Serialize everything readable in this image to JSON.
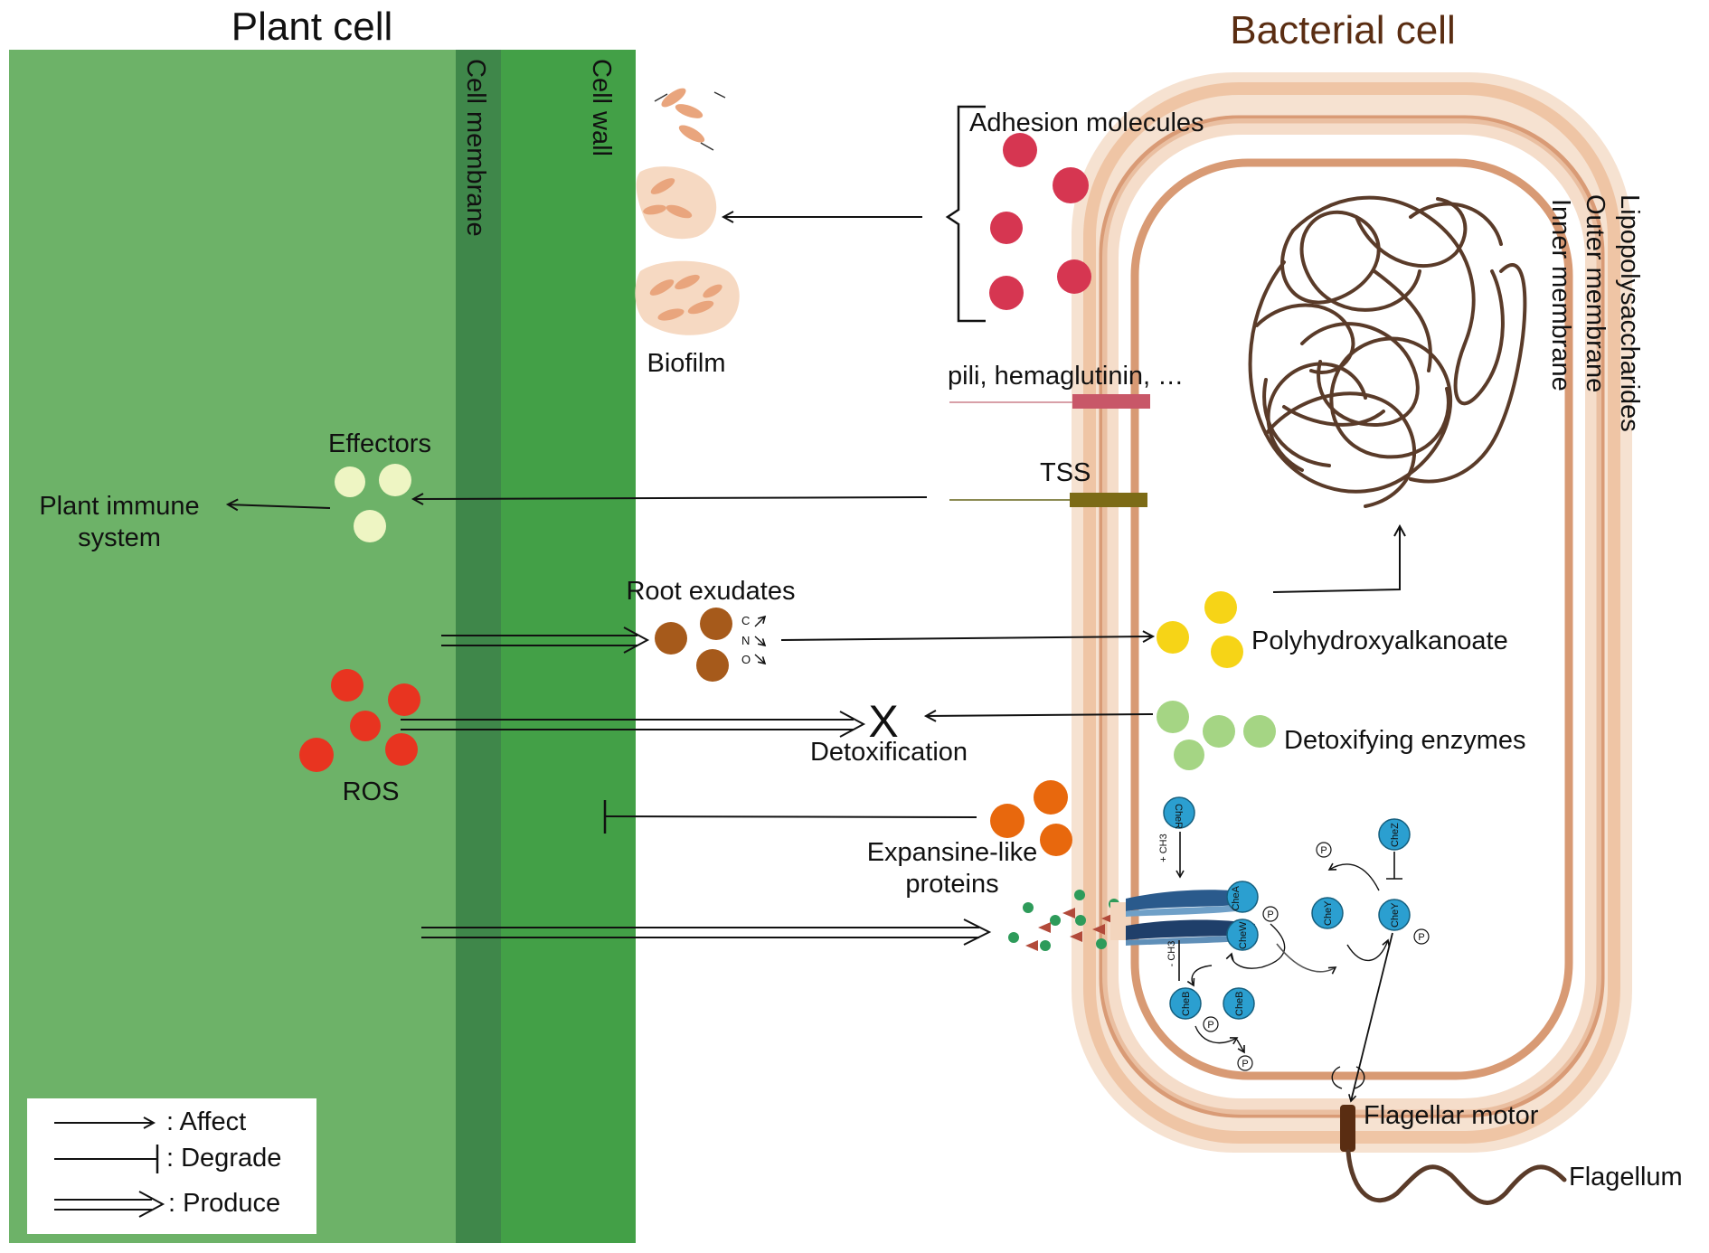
{
  "titles": {
    "plant": "Plant cell",
    "bacterial": "Bacterial cell"
  },
  "labels": {
    "cell_membrane": "Cell membrane",
    "cell_wall": "Cell wall",
    "lipopolysaccharides": "Lipopolysaccharides",
    "outer_membrane": "Outer membrane",
    "inner_membrane": "Inner membrane",
    "adhesion_molecules": "Adhesion molecules",
    "biofilm": "Biofilm",
    "pili": "pili, hemaglutinin, …",
    "tss": "TSS",
    "effectors": "Effectors",
    "plant_immune_line1": "Plant immune",
    "plant_immune_line2": "system",
    "root_exudates": "Root exudates",
    "exudate_c": "C",
    "exudate_n": "N",
    "exudate_o": "O",
    "polyhydroxyalkanoate": "Polyhydroxyalkanoate",
    "detox_x": "X",
    "detoxification": "Detoxification",
    "detox_enzymes": "Detoxifying enzymes",
    "ros": "ROS",
    "expansine_line1": "Expansine-like",
    "expansine_line2": "proteins",
    "flagellar_motor": "Flagellar motor",
    "flagellum": "Flagellum"
  },
  "chemotaxis": {
    "cher": "CheR",
    "chea": "CheA",
    "chew": "CheW",
    "cheb": "CheB",
    "chey": "CheY",
    "chez": "CheZ",
    "phospho": "P",
    "plus_ch3": "+ CH3",
    "minus_ch3": "- CH3"
  },
  "legend": {
    "affect": ": Affect",
    "degrade": ": Degrade",
    "produce": ": Produce"
  },
  "colors": {
    "plant_cytoplasm": "#6db268",
    "cell_membrane": "#3f874a",
    "cell_wall": "#43a047",
    "bacteria_outer": "#f3d5bd",
    "bacteria_membrane": "#d89a74",
    "adhesion": "#d63651",
    "effectors": "#eef5c3",
    "root_exudates": "#a65a1b",
    "pha": "#f6d417",
    "detox_enzymes": "#a5d584",
    "ros": "#e83420",
    "expansine": "#e8680d",
    "che_protein": "#2b9fd0",
    "chromosome": "#5a3b29"
  }
}
